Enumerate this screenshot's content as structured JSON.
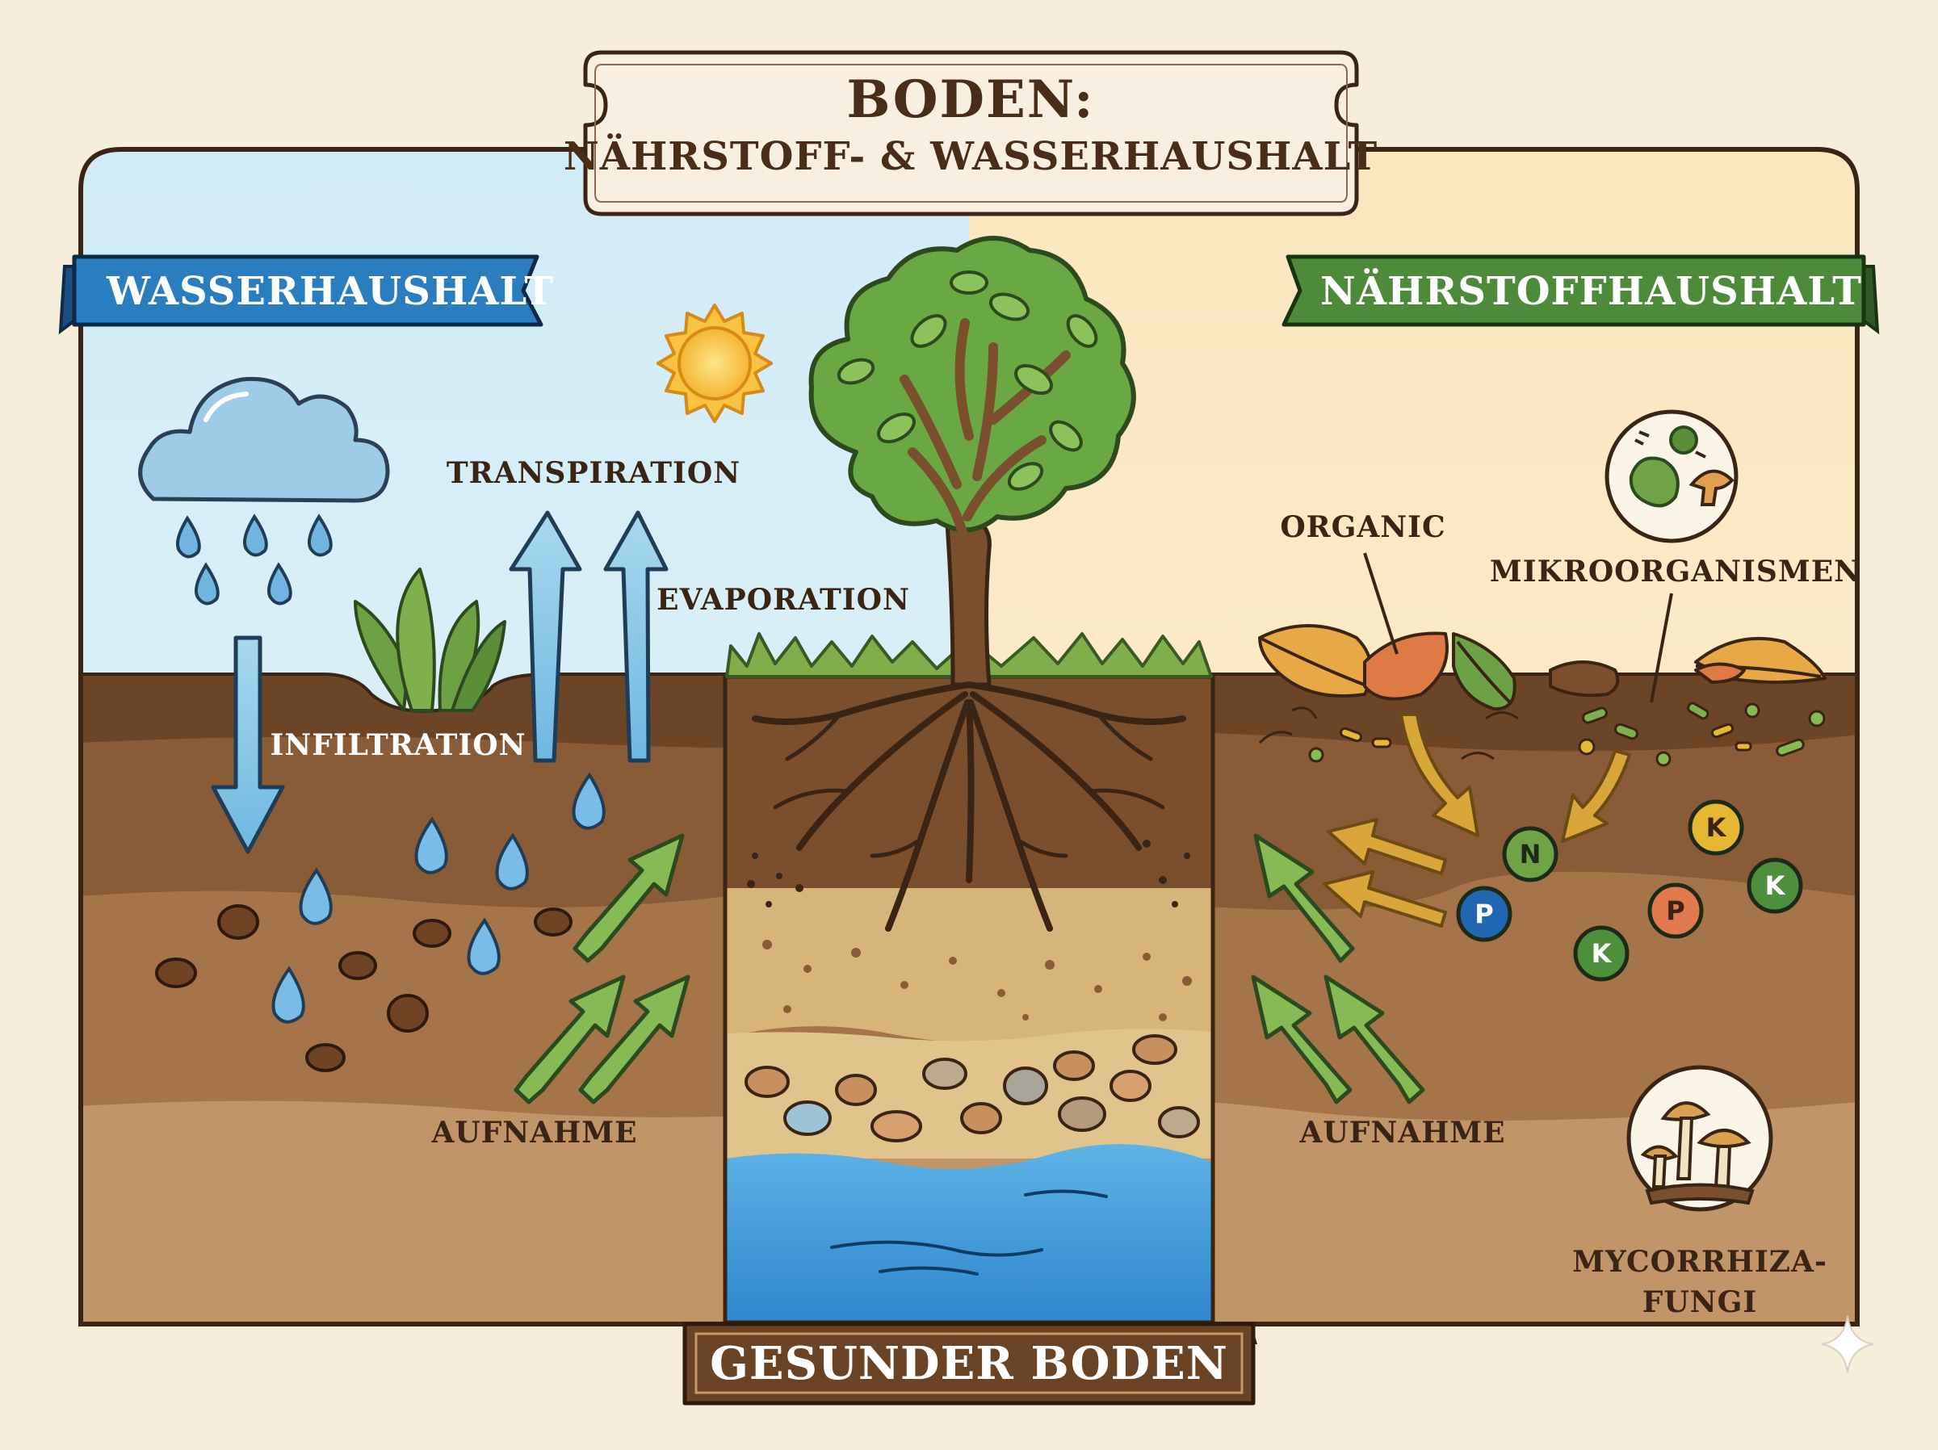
{
  "title": {
    "line1": "BODEN:",
    "line2": "NÄHRSTOFF- & WASSERHAUSHALT"
  },
  "sections": {
    "water": "WASSERHAUSHALT",
    "nutrients": "NÄHRSTOFFHAUSHALT"
  },
  "labels": {
    "transpiration": "TRANSPIRATION",
    "evaporation": "EVAPORATION",
    "infiltration": "INFILTRATION",
    "uptake_left": "AUFNAHME",
    "uptake_right": "AUFNAHME",
    "organic": "ORGANIC",
    "microorganisms": "MIKROORGANISMEN",
    "mycorrhiza_line1": "MYCORRHIZA-",
    "mycorrhiza_line2": "FUNGI"
  },
  "nutrients": [
    "N",
    "P",
    "K",
    "P",
    "K",
    "K"
  ],
  "footer": "GESUNDER BODEN",
  "colors": {
    "water_sky": "#d5ecf5",
    "nutrient_sky": "#fbe9c2",
    "water_ribbon": "#2a7dbf",
    "nutrient_ribbon": "#4d8a3a",
    "soil_dark": "#6b4526",
    "soil_mid": "#9b6b44",
    "soil_light": "#c49a6c",
    "footer_bg": "#6a4325",
    "nitrogen": "#6ea446",
    "phosphorus_blue": "#2066b0",
    "phosphorus_orange": "#e07a4c",
    "potassium_yellow": "#e6b832",
    "potassium_green": "#4e8f3c"
  }
}
